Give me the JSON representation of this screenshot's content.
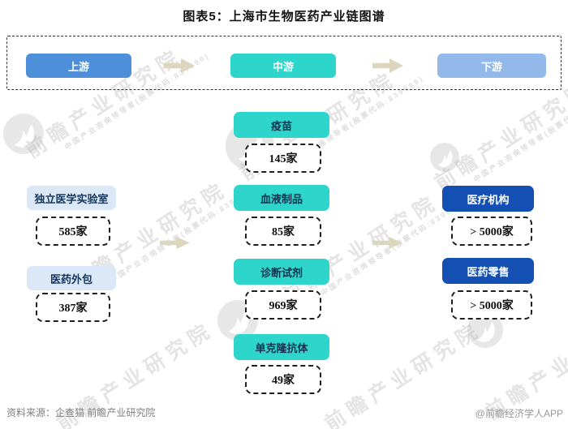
{
  "title": "图表5：上海市生物医药产业链图谱",
  "flow": {
    "stages": [
      {
        "label": "上游"
      },
      {
        "label": "中游"
      },
      {
        "label": "下游"
      }
    ]
  },
  "chain": {
    "upstream": {
      "items": [
        {
          "label": "独立医学实验室",
          "count": "585家"
        },
        {
          "label": "医药外包",
          "count": "387家"
        }
      ]
    },
    "midstream": {
      "items": [
        {
          "label": "疫苗",
          "count": "145家"
        },
        {
          "label": "血液制品",
          "count": "85家"
        },
        {
          "label": "诊断试剂",
          "count": "969家"
        },
        {
          "label": "单克隆抗体",
          "count": "49家"
        }
      ]
    },
    "downstream": {
      "items": [
        {
          "label": "医疗机构",
          "count": "> 5000家"
        },
        {
          "label": "医药零售",
          "count": "> 5000家"
        }
      ]
    }
  },
  "footer": {
    "source": "资料来源：企查猫 前瞻产业研究院",
    "credit": "@前瞻经济学人APP"
  },
  "watermark": {
    "brand": "前瞻产业研究院",
    "tagline": "中国产业咨询领导者(股票代码:839599)"
  },
  "colors": {
    "upstream_header": "#4e8fd9",
    "midstream_teal": "#2ed5ca",
    "downstream_header": "#93b9ea",
    "upstream_box_bg": "#dbe8f8",
    "downstream_box_bg": "#1450b4",
    "arrow": "#ddd6bf",
    "dashed_border": "#1f1f1f",
    "footer_text": "#7f7f7f"
  }
}
